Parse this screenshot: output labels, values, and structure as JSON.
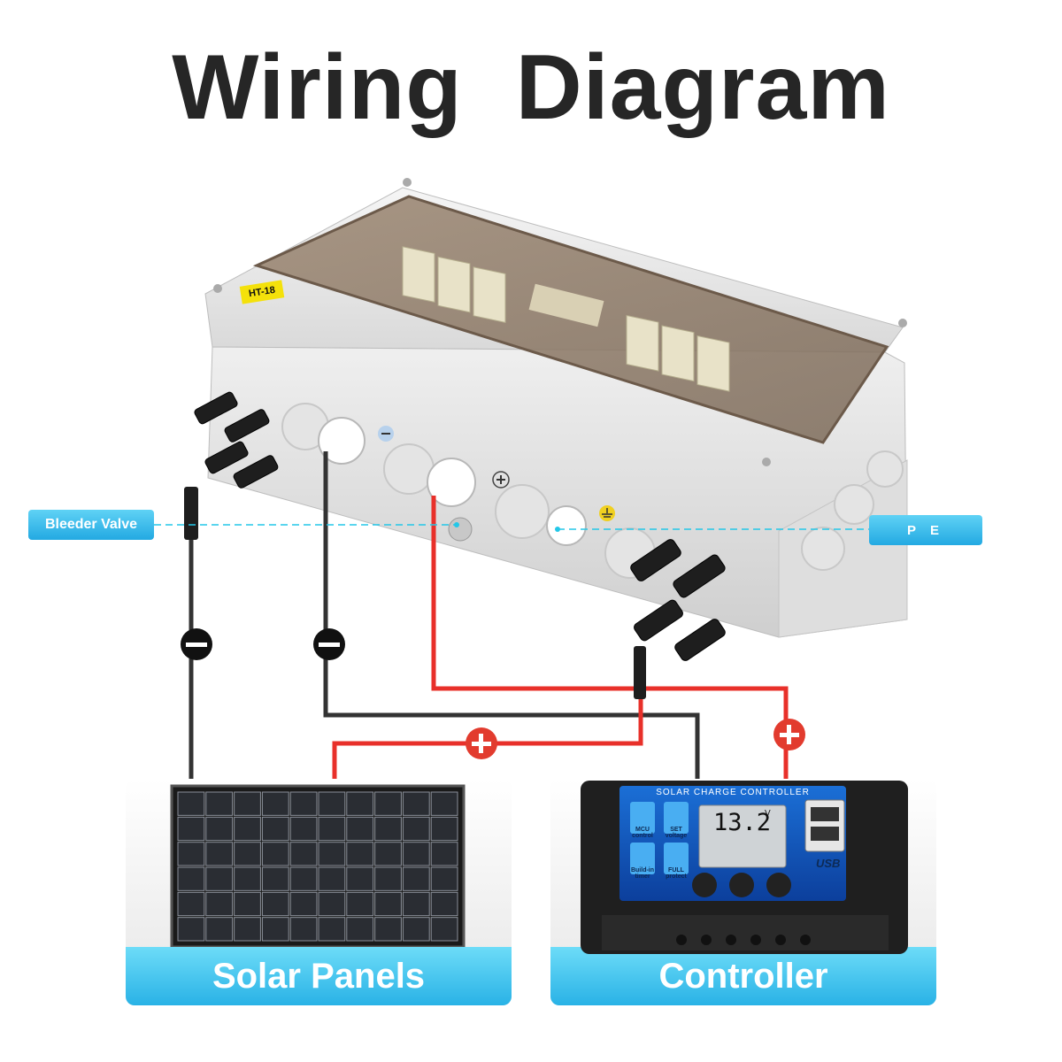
{
  "title": "Wiring  Diagram",
  "labels": {
    "bleeder_valve": "Bleeder Valve",
    "pe": "P E",
    "box_tag": "HT-18"
  },
  "cards": {
    "solar": "Solar Panels",
    "controller": "Controller"
  },
  "controller": {
    "header": "SOLAR CHARGE CONTROLLER",
    "lcd_value": "13.2",
    "lcd_unit": "V",
    "buttons": [
      "MCU control",
      "SET voltage",
      "Build-in timer",
      "FULL protect"
    ],
    "usb": "USB"
  },
  "colors": {
    "positive_wire": "#e8302a",
    "negative_wire": "#333333",
    "accent": "#29b2e6",
    "guide_line": "#23c7e8"
  },
  "icons": [
    "minus-icon",
    "plus-icon",
    "ground-icon"
  ]
}
